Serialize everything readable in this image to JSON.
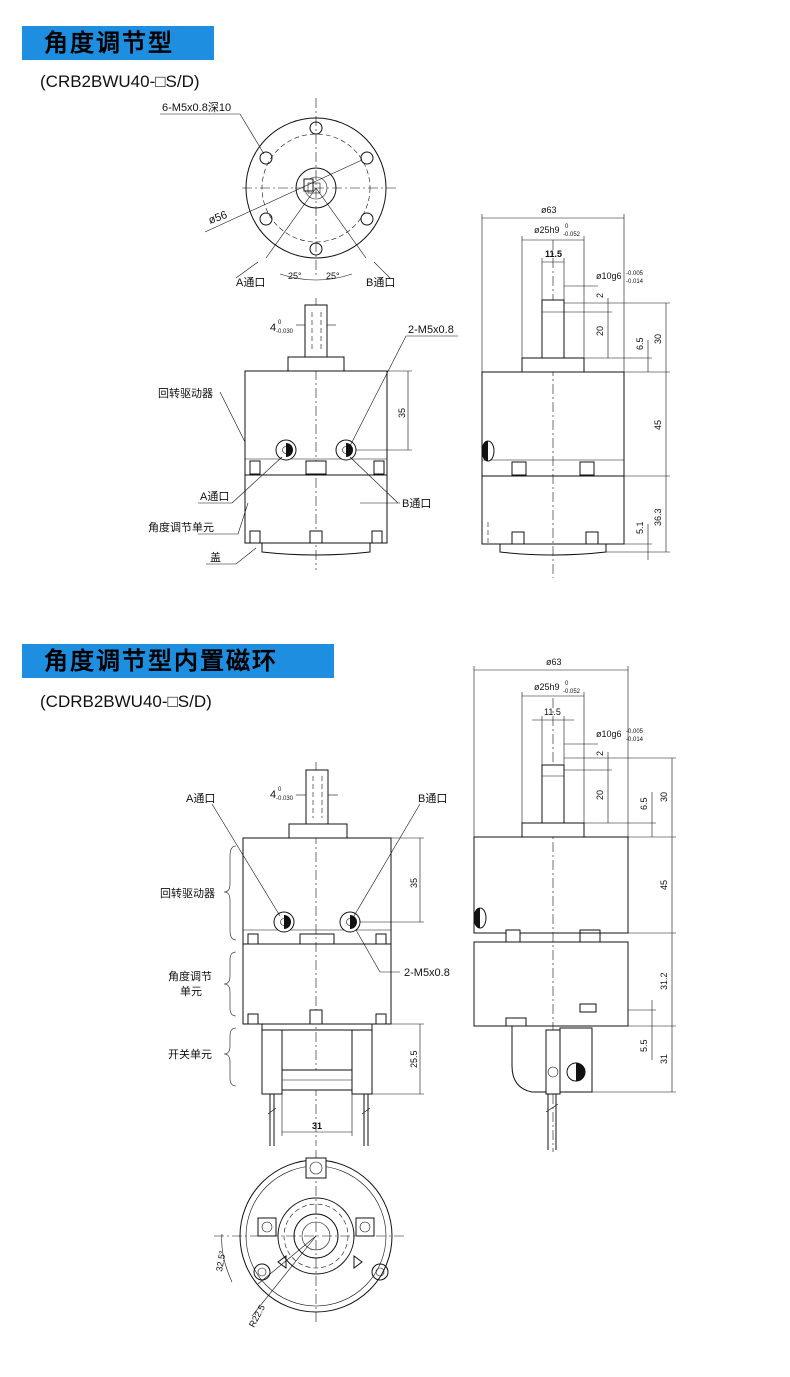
{
  "section1": {
    "title": "角度调节型",
    "model": "(CRB2BWU40-□S/D)",
    "labels": {
      "holes": "6-M5x0.8深10",
      "dia56": "ø56",
      "port_a_top": "A通口",
      "port_b_top": "B通口",
      "angle_left": "25°",
      "angle_right": "25°",
      "tol_4": "4",
      "tol_4_upper": "0",
      "tol_4_lower": "-0.030",
      "m5_ports": "2-M5x0.8",
      "rotary": "回转驱动器",
      "port_a": "A通口",
      "port_b": "B通口",
      "angle_unit": "角度调节单元",
      "cover": "盖",
      "dim35": "35"
    },
    "side": {
      "d63": "ø63",
      "d25": "ø25h9",
      "d25_upper": "0",
      "d25_lower": "-0.052",
      "w115": "11.5",
      "d10": "ø10g6",
      "d10_upper": "-0.005",
      "d10_lower": "-0.014",
      "v2": "2",
      "v20": "20",
      "v65": "6.5",
      "v30": "30",
      "v45": "45",
      "v51": "5.1",
      "v363": "36.3"
    }
  },
  "section2": {
    "title": "角度调节型内置磁环",
    "model": "(CDRB2BWU40-□S/D)",
    "labels": {
      "port_a": "A通口",
      "port_b": "B通口",
      "tol_4": "4",
      "tol_4_upper": "0",
      "tol_4_lower": "-0.030",
      "rotary": "回转驱动器",
      "angle_unit_1": "角度调节",
      "angle_unit_2": "单元",
      "switch_unit": "开关单元",
      "m5_ports": "2-M5x0.8",
      "dim35": "35",
      "dim255": "25.5",
      "dim31": "31",
      "angle325": "32.5°",
      "r225": "R22.5"
    },
    "side": {
      "d63": "ø63",
      "d25": "ø25h9",
      "d25_upper": "0",
      "d25_lower": "-0.052",
      "w115": "11.5",
      "d10": "ø10g6",
      "d10_upper": "-0.005",
      "d10_lower": "-0.014",
      "v2": "2",
      "v20": "20",
      "v65": "6.5",
      "v30": "30",
      "v45": "45",
      "v312": "31.2",
      "v55": "5.5",
      "v31": "31"
    }
  },
  "colors": {
    "banner": "#1e8fe0",
    "line": "#111111"
  }
}
